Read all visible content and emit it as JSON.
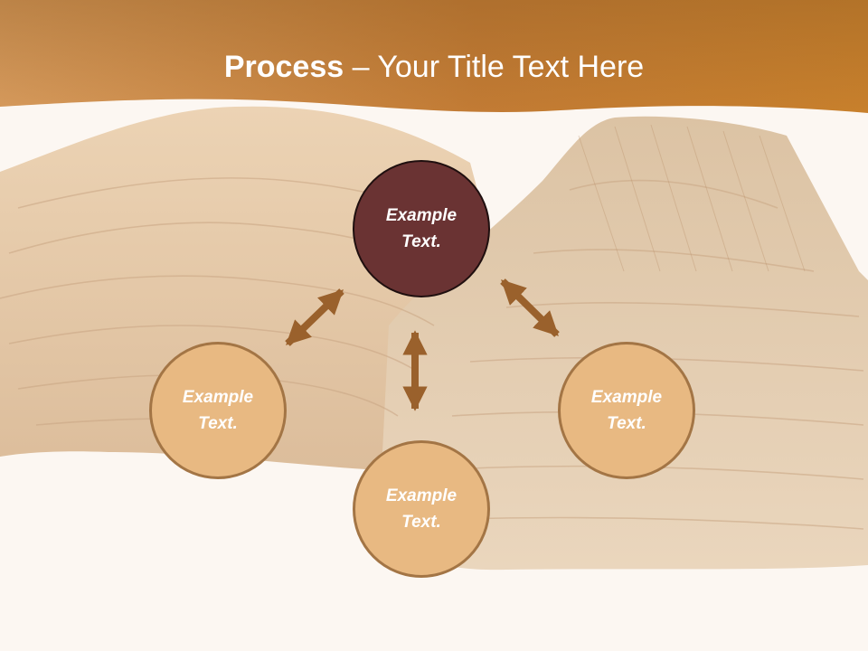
{
  "title": {
    "bold": "Process",
    "rest": " – Your Title Text Here"
  },
  "colors": {
    "title_band": "#c37a2e",
    "center_node_fill": "#6a3333",
    "outer_node_fill": "#e8b982",
    "outer_node_border": "#a37545",
    "arrow": "#9a612c",
    "background": "#fcf7f2"
  },
  "diagram": {
    "center": {
      "text": "Example Text."
    },
    "left": {
      "text": "Example Text."
    },
    "bottom": {
      "text": "Example Text."
    },
    "right": {
      "text": "Example Text."
    }
  },
  "connectors": [
    {
      "from": "center",
      "to": "left",
      "type": "double-headed-arrow"
    },
    {
      "from": "center",
      "to": "bottom",
      "type": "double-headed-arrow"
    },
    {
      "from": "center",
      "to": "right",
      "type": "double-headed-arrow"
    }
  ]
}
